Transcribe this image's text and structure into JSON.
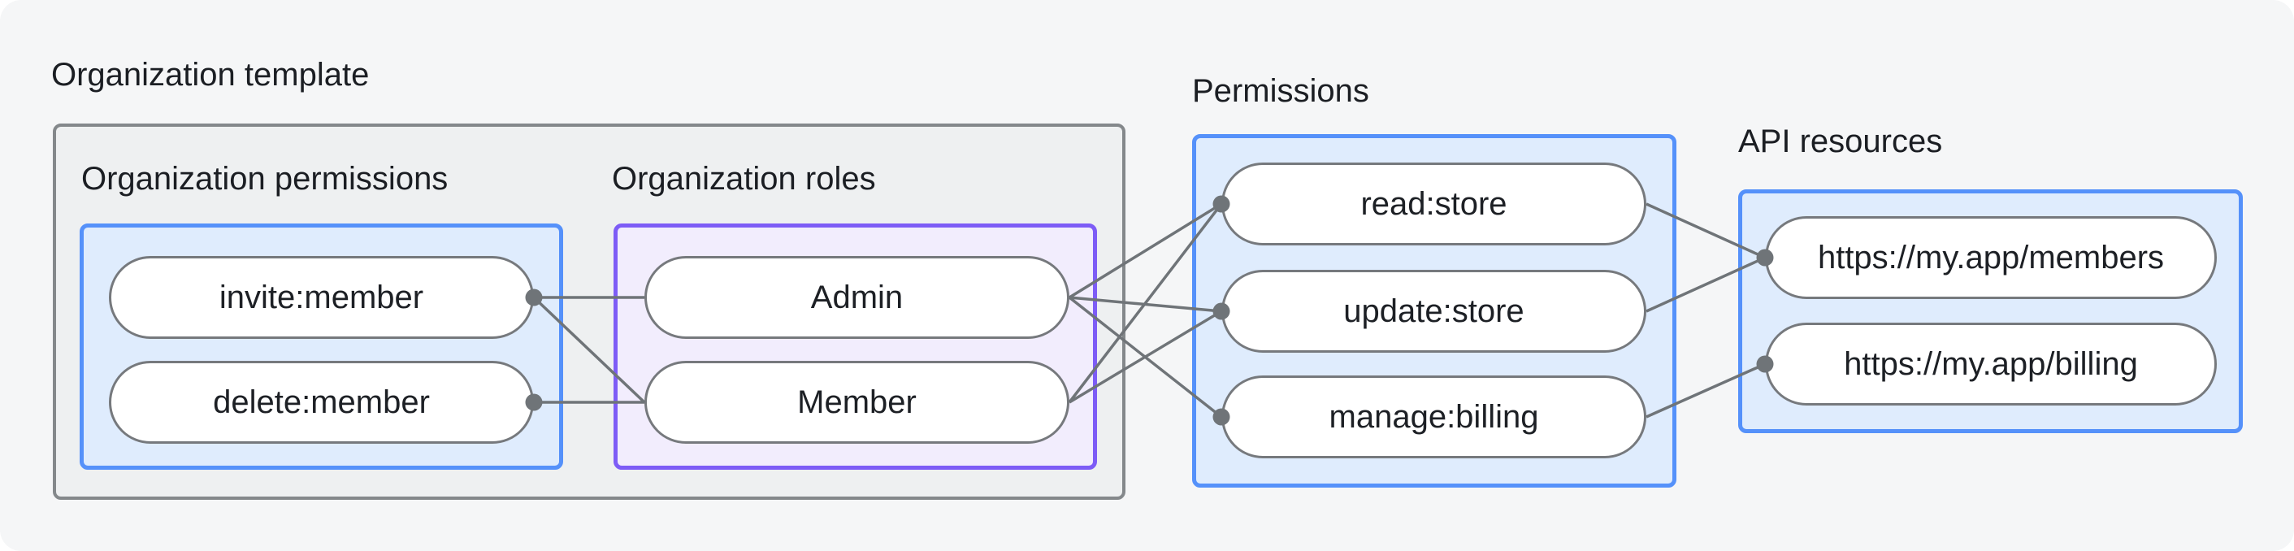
{
  "page": {
    "title": "Organization template"
  },
  "sections": {
    "org_template": {
      "label": "Organization template"
    },
    "org_permissions": {
      "label": "Organization permissions",
      "nodes": [
        {
          "id": "invite",
          "label": "invite:member"
        },
        {
          "id": "delete",
          "label": "delete:member"
        }
      ]
    },
    "org_roles": {
      "label": "Organization roles",
      "nodes": [
        {
          "id": "admin",
          "label": "Admin"
        },
        {
          "id": "member",
          "label": "Member"
        }
      ]
    },
    "permissions": {
      "label": "Permissions",
      "nodes": [
        {
          "id": "read",
          "label": "read:store"
        },
        {
          "id": "update",
          "label": "update:store"
        },
        {
          "id": "manage",
          "label": "manage:billing"
        }
      ]
    },
    "api_resources": {
      "label": "API resources",
      "nodes": [
        {
          "id": "members",
          "label": "https://my.app/members"
        },
        {
          "id": "billing",
          "label": "https://my.app/billing"
        }
      ]
    }
  },
  "edges": [
    {
      "from": "invite",
      "to": "admin"
    },
    {
      "from": "invite",
      "to": "member"
    },
    {
      "from": "delete",
      "to": "member"
    },
    {
      "from": "admin",
      "to": "read"
    },
    {
      "from": "admin",
      "to": "update"
    },
    {
      "from": "admin",
      "to": "manage"
    },
    {
      "from": "member",
      "to": "read"
    },
    {
      "from": "member",
      "to": "update"
    },
    {
      "from": "read",
      "to": "members"
    },
    {
      "from": "update",
      "to": "members"
    },
    {
      "from": "manage",
      "to": "billing"
    }
  ],
  "dots": [
    {
      "node": "invite",
      "side": "right"
    },
    {
      "node": "delete",
      "side": "right"
    },
    {
      "node": "read",
      "side": "left"
    },
    {
      "node": "update",
      "side": "left"
    },
    {
      "node": "manage",
      "side": "left"
    },
    {
      "node": "members",
      "side": "left"
    },
    {
      "node": "billing",
      "side": "left"
    }
  ],
  "colors": {
    "background": "#f5f6f7",
    "gray_box_fill": "#eef0f1",
    "gray_box_border": "#84888b",
    "blue_box_fill": "#dfecfd",
    "blue_box_border": "#5591fa",
    "purple_box_fill": "#f2edfd",
    "purple_box_border": "#7d5cf6",
    "edge": "#6f7478",
    "pill_border": "#76797d",
    "text": "#1b1e23"
  },
  "edge_style": {
    "stroke_width": 3.5,
    "dot_radius": 10.5
  }
}
